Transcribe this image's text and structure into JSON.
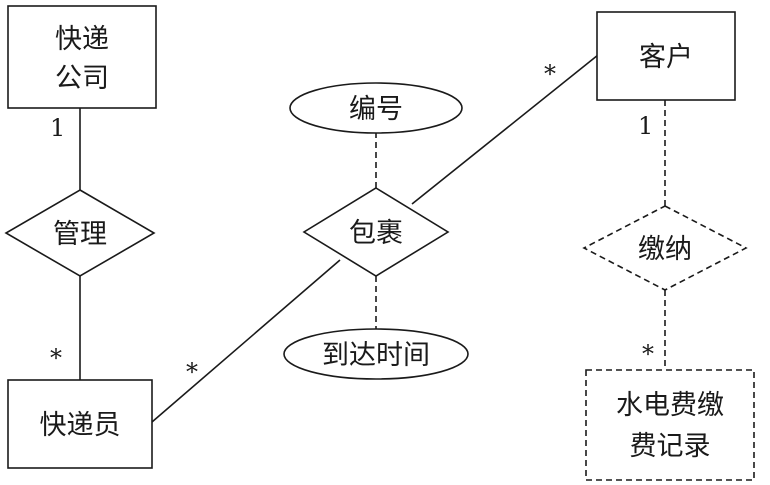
{
  "entities": {
    "courier_company": {
      "line1": "快递",
      "line2": "公司"
    },
    "customer": {
      "label": "客户"
    },
    "courier": {
      "label": "快递员"
    },
    "utility_record": {
      "line1": "水电费缴",
      "line2": "费记录"
    }
  },
  "relationships": {
    "manage": {
      "label": "管理"
    },
    "parcel": {
      "label": "包裹"
    },
    "pay": {
      "label": "缴纳"
    }
  },
  "attributes": {
    "number": {
      "label": "编号"
    },
    "arrival_time": {
      "label": "到达时间"
    }
  },
  "multiplicities": {
    "company_manage": "1",
    "courier_manage": "*",
    "courier_parcel": "*",
    "customer_parcel": "*",
    "customer_pay": "1",
    "record_pay": "*"
  },
  "colors": {
    "stroke": "#1a1a1a",
    "background": "#ffffff"
  }
}
